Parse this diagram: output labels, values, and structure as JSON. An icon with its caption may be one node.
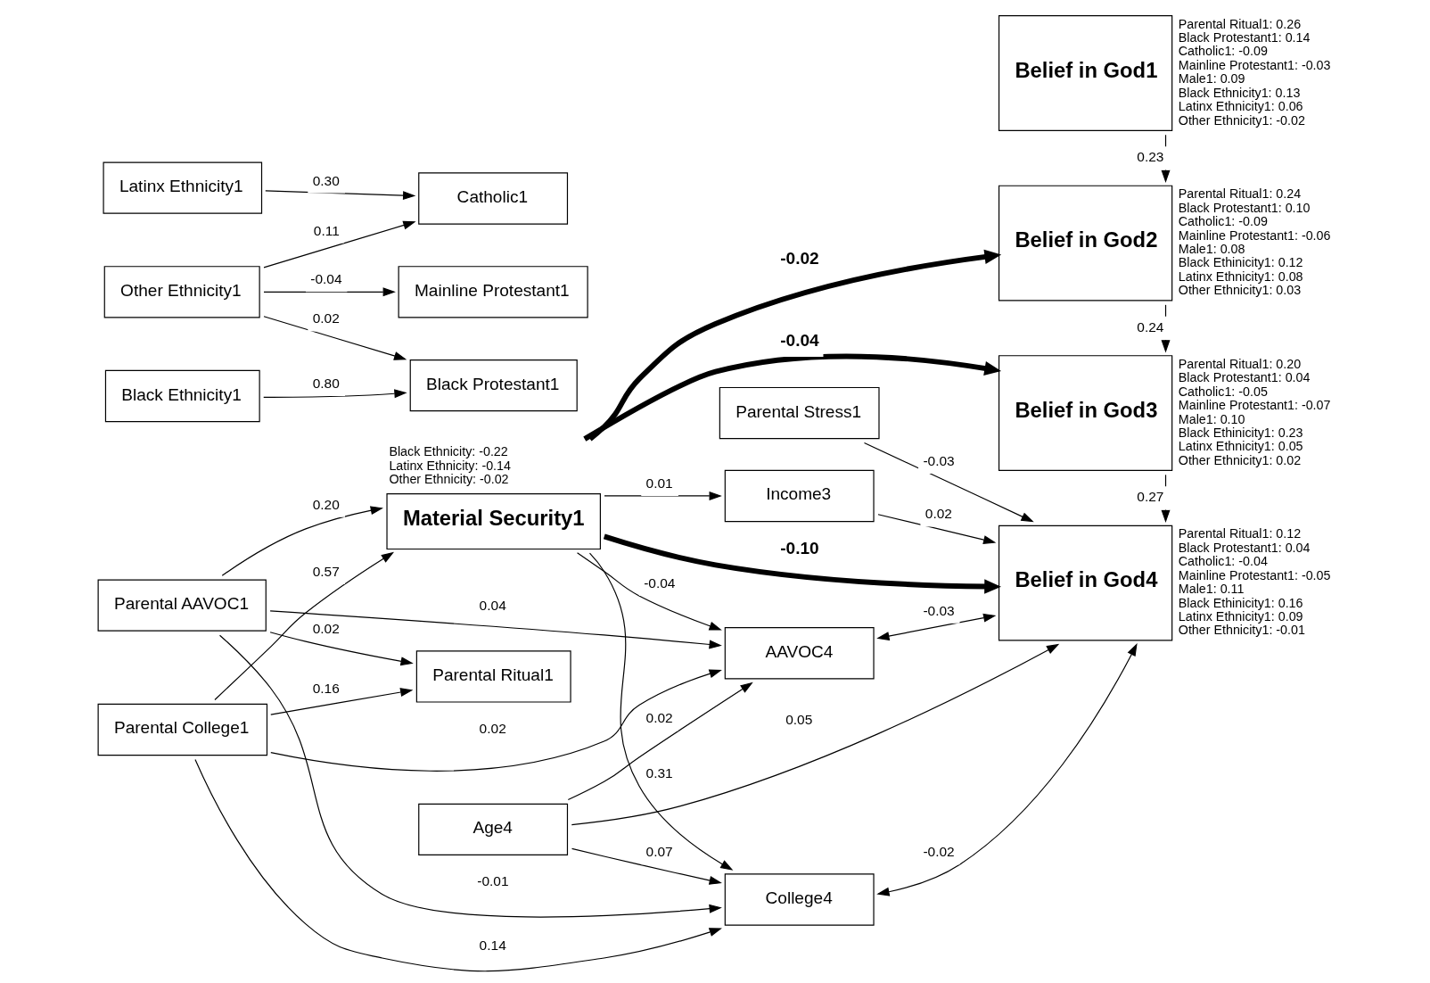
{
  "diagram": {
    "nodes": [
      {
        "text": [
          "Parental AAVOC1"
        ]
      },
      {
        "text": [
          "Parental College1"
        ]
      },
      {
        "text": [
          "Parental Ritual1"
        ]
      },
      {
        "text": [
          "Belief in God1"
        ],
        "beside": [
          "Parental Ritual1: 0.26",
          "Black Protestant1: 0.14",
          "Catholic1: -0.09",
          "Mainline Protestant1: -0.03",
          "Male1: 0.09",
          "Black Ethnicity1: 0.13",
          "Latinx Ethnicity1: 0.06",
          "Other Ethnicity1: -0.02"
        ]
      },
      {
        "text": [
          "Material Security1"
        ],
        "beside": [
          "Black Ethnicity: -0.22",
          "Latinx Ethnicity: -0.14",
          "Other Ethnicity: -0.02"
        ]
      },
      {
        "text": [
          "AAVOC4"
        ]
      },
      {
        "text": [
          "Belief in God2"
        ],
        "beside": [
          "Parental Ritual1: 0.24",
          "Black Protestant1: 0.10",
          "Catholic1: -0.09",
          "Mainline Protestant1: -0.06",
          "Male1: 0.08",
          "Black Ethinicity1: 0.12",
          "Latinx Ethnicity1: 0.08",
          "Other Ethnicity1: 0.03"
        ]
      },
      {
        "text": [
          "College4"
        ]
      },
      {
        "text": [
          "Income3"
        ]
      },
      {
        "text": [
          "Belief in God3"
        ],
        "beside": [
          "Parental Ritual1: 0.20",
          "Black Protestant1: 0.04",
          "Catholic1: -0.05",
          "Mainline Protestant1: -0.07",
          "Male1: 0.10",
          "Black Ethinicity1: 0.23",
          "Latinx Ethnicity1: 0.05",
          "Other Ethnicity1: 0.02"
        ]
      },
      {
        "text": [
          "Latinx Ethnicity1"
        ]
      },
      {
        "text": [
          "Catholic1"
        ]
      },
      {
        "text": [
          "Black Ethnicity1"
        ]
      },
      {
        "text": [
          "Black Protestant1"
        ]
      },
      {
        "text": [
          "Age4"
        ]
      },
      {
        "text": [
          "Belief in God4"
        ],
        "beside": [
          "Parental Ritual1: 0.12",
          "Black Protestant1: 0.04",
          "Catholic1: -0.04",
          "Mainline Protestant1: -0.05",
          "Male1: 0.11",
          "Black Ethinicity1: 0.16",
          "Latinx Ethnicity1: 0.09",
          "Other Ethnicity1: -0.01"
        ]
      },
      {
        "text": [
          "Other Ethnicity1"
        ]
      },
      {
        "text": [
          "Mainline Protestant1"
        ]
      },
      {
        "text": [
          "Parental Stress1"
        ]
      }
    ],
    "edges": [
      {
        "from": 0,
        "to": 2,
        "arrow": "to",
        "label": "0.02"
      },
      {
        "from": 1,
        "to": 2,
        "arrow": "to",
        "label": "0.16"
      },
      {
        "from": 1,
        "to": 7,
        "arrow": "to",
        "label": "0.14"
      },
      {
        "from": 0,
        "to": 7,
        "arrow": "to",
        "label": "-0.01"
      },
      {
        "from": 1,
        "to": 5,
        "arrow": "to",
        "label": "0.02"
      },
      {
        "from": 0,
        "to": 5,
        "arrow": "to",
        "label": "0.04"
      },
      {
        "from": 0,
        "to": 4,
        "arrow": "to",
        "label": "0.20"
      },
      {
        "from": 1,
        "to": 4,
        "arrow": "to",
        "label": "0.57"
      },
      {
        "from": 4,
        "to": 5,
        "arrow": "to",
        "label": "-0.04"
      },
      {
        "from": 4,
        "to": 7,
        "arrow": "to",
        "label": "0.31"
      },
      {
        "from": 4,
        "to": 8,
        "arrow": "to",
        "label": "0.01"
      },
      {
        "from": 4,
        "to": 6,
        "arrow": "to",
        "label": "-0.02",
        "style": "thick"
      },
      {
        "from": 4,
        "to": 9,
        "arrow": "to",
        "label": "-0.04",
        "style": "thick"
      },
      {
        "from": 4,
        "to": 15,
        "arrow": "to",
        "label": "-0.10",
        "style": "thick"
      },
      {
        "from": 3,
        "to": 6,
        "arrow": "to",
        "label": "0.23"
      },
      {
        "from": 6,
        "to": 9,
        "arrow": "to",
        "label": "0.24"
      },
      {
        "from": 9,
        "to": 15,
        "arrow": "to",
        "label": "0.27"
      },
      {
        "from": 8,
        "to": 15,
        "arrow": "to",
        "label": "0.02"
      },
      {
        "from": 14,
        "to": 5,
        "arrow": "to",
        "label": "0.02"
      },
      {
        "from": 14,
        "to": 7,
        "arrow": "to",
        "label": "0.07"
      },
      {
        "from": 5,
        "to": 15,
        "arrow": "both",
        "label": "-0.03"
      },
      {
        "from": 7,
        "to": 15,
        "arrow": "both",
        "label": "-0.02"
      },
      {
        "from": 14,
        "to": 15,
        "arrow": "to",
        "label": "0.05"
      },
      {
        "from": 18,
        "to": 15,
        "arrow": "to",
        "label": "-0.03"
      },
      {
        "from": 10,
        "to": 11,
        "arrow": "to",
        "label": "0.30"
      },
      {
        "from": 12,
        "to": 13,
        "arrow": "to",
        "label": "0.80"
      },
      {
        "from": 16,
        "to": 11,
        "arrow": "to",
        "label": "0.11"
      },
      {
        "from": 16,
        "to": 13,
        "arrow": "to",
        "label": "0.02"
      },
      {
        "from": 16,
        "to": 17,
        "arrow": "to",
        "label": "-0.04"
      }
    ]
  }
}
